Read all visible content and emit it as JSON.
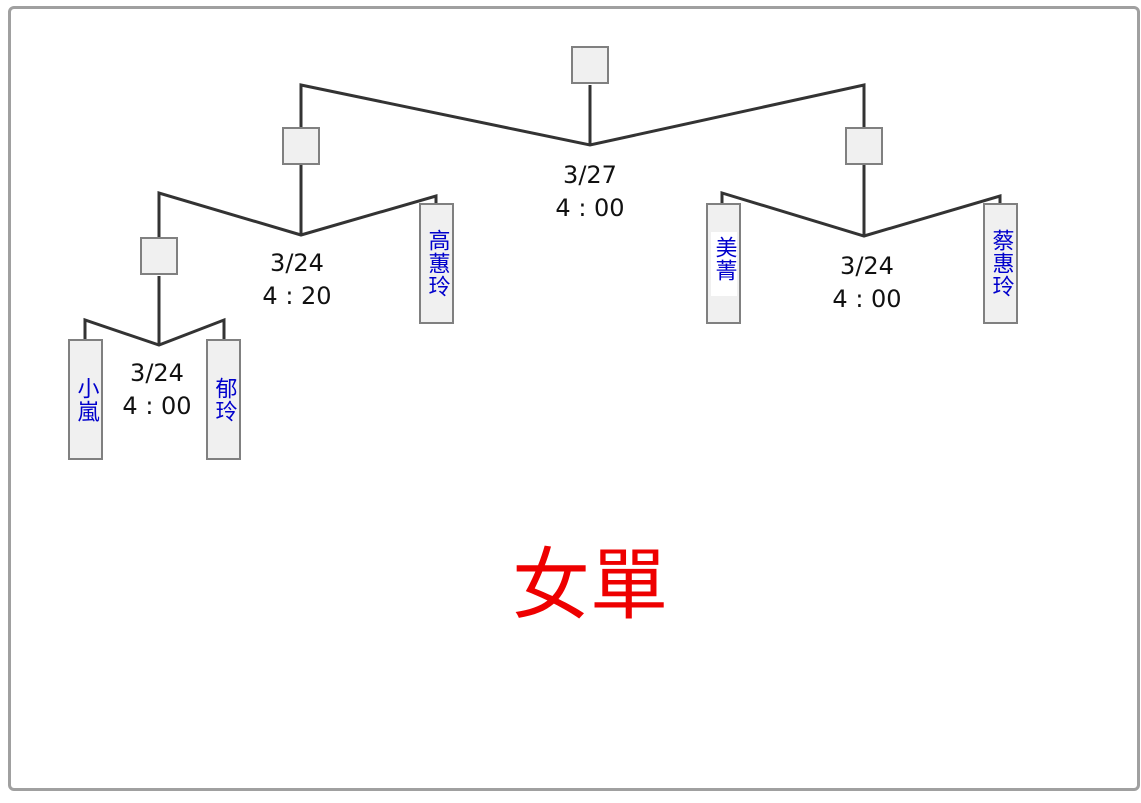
{
  "title": "女單",
  "colors": {
    "title": "#ee0000",
    "player_name": "#0000cc",
    "line": "#333333",
    "box_fill": "#f0f0f0",
    "box_border": "#808080"
  },
  "final": {
    "date": "3/27",
    "time": "4 : 00"
  },
  "semifinals": [
    {
      "date": "3/24",
      "time": "4 : 20"
    },
    {
      "date": "3/24",
      "time": "4 : 00"
    }
  ],
  "quarterfinal": {
    "date": "3/24",
    "time": "4 : 00"
  },
  "players": [
    {
      "name": "小嵐"
    },
    {
      "name": "郁玲"
    },
    {
      "name": "高蕙玲"
    },
    {
      "name": "美菁"
    },
    {
      "name": "蔡惠玲"
    }
  ]
}
